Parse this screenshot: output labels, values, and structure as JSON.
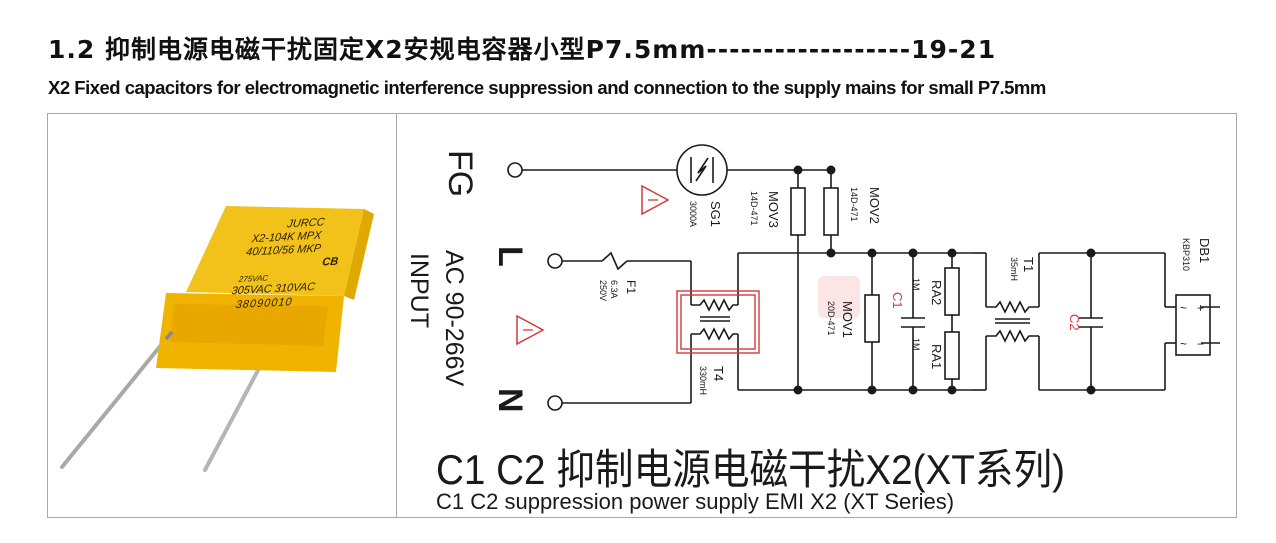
{
  "header": {
    "title": "1.2 抑制电源电磁干扰固定X2安规电容器小型P7.5mm------------------19-21",
    "subtitle": "X2 Fixed capacitors for electromagnetic interference suppression and connection to the supply mains for small P7.5mm"
  },
  "product_photo": {
    "brand": "JURCC",
    "line1": "X2-104K   MPX",
    "line2": "40/110/56  MKP",
    "cert_cb": "CB",
    "line4": "275VAC",
    "line5": "305VAC  310VAC",
    "serial": "38090010",
    "body_color": "#f5c518"
  },
  "schematic": {
    "terminals": {
      "fg": "FG",
      "l": "L",
      "n": "N"
    },
    "input_label_1": "AC 90-266V",
    "input_label_2": "INPUT",
    "components": {
      "sg1": {
        "ref": "SG1",
        "value": "3000A"
      },
      "mov3": {
        "ref": "MOV3",
        "value": "14D-471"
      },
      "mov2": {
        "ref": "MOV2",
        "value": "14D-471"
      },
      "f1": {
        "ref": "F1",
        "value1": "6.3A",
        "value2": "250V"
      },
      "t4": {
        "ref": "T4",
        "value": "330mH"
      },
      "mov1": {
        "ref": "MOV1",
        "value": "20D-471"
      },
      "c1": {
        "ref": "C1",
        "value_top": "1M",
        "value_bottom": "1M"
      },
      "ra2": {
        "ref": "RA2"
      },
      "ra1": {
        "ref": "RA1"
      },
      "t1": {
        "ref": "T1",
        "value": "35mH"
      },
      "c2": {
        "ref": "C2"
      },
      "db1": {
        "ref": "DB1",
        "value": "KBP310",
        "plus": "+",
        "minus": "−",
        "ac": "~"
      }
    },
    "warning_symbol": "!",
    "highlight_color": "#d23a3a"
  },
  "caption": {
    "chinese": "C1  C2 抑制电源电磁干扰X2(XT系列)",
    "english": "C1 C2 suppression power supply EMI X2 (XT Series)"
  }
}
